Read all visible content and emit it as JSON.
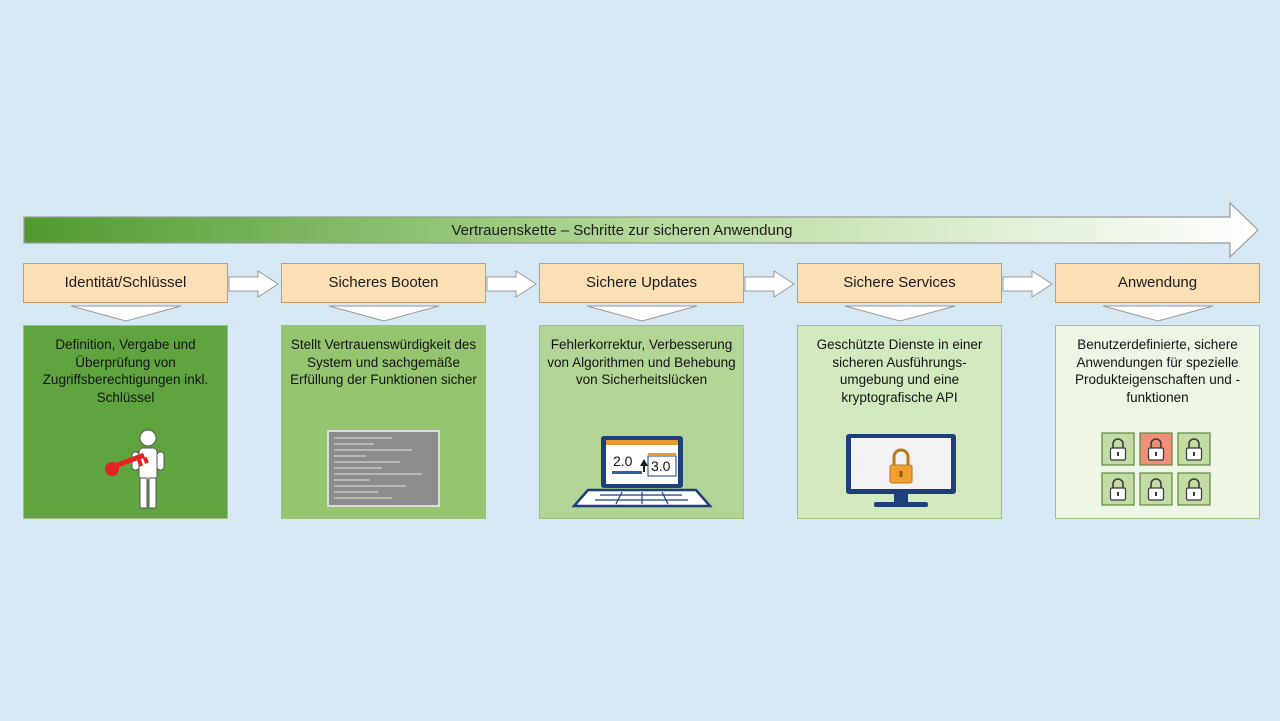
{
  "chain": {
    "title": "Vertrauenskette – Schritte zur sicheren Anwendung"
  },
  "steps": [
    {
      "title": "Identität/Schlüssel",
      "description": "Definition, Vergabe und Überprüfung von Zugriffsberechtigungen inkl. Schlüssel",
      "illustration": "person-with-key-icon"
    },
    {
      "title": "Sicheres Booten",
      "description": "Stellt Vertrauenswürdigkeit des System und sachgemäße Erfüllung der Funktionen sicher",
      "illustration": "boot-console-screen"
    },
    {
      "title": "Sichere Updates",
      "description": "Fehlerkorrektur, Verbesserung von Algorithmen und Behebung von Sicherheitslücken",
      "illustration": "laptop-update-icon",
      "version_from": "2.0",
      "version_to": "3.0"
    },
    {
      "title": "Sichere Services",
      "description": "Geschützte Dienste in einer sicheren Ausführungs- umgebung und eine kryptografische API",
      "illustration": "monitor-lock-icon"
    },
    {
      "title": "Anwendung",
      "description": "Benutzerdefinierte, sichere Anwendungen für spezielle Produkteigenschaften und -funktionen",
      "illustration": "lock-grid-icon"
    }
  ],
  "colors": {
    "background": "#d6e8f3",
    "header_fill": "#fbe0b6",
    "arrow_dark_green": "#4f9a2e",
    "lock_orange": "#f0a030",
    "lock_highlight": "#ef8f77"
  }
}
